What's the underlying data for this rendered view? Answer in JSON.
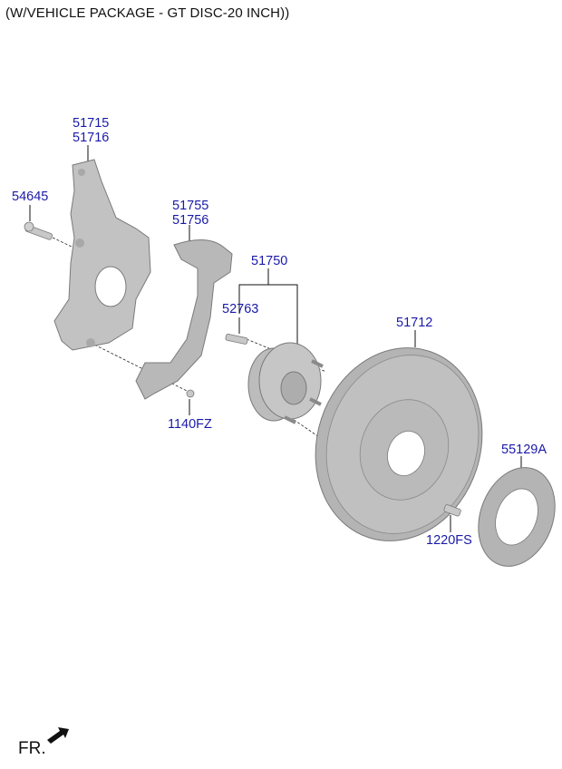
{
  "title": "(W/VEHICLE PACKAGE - GT DISC-20 INCH))",
  "parts": [
    {
      "id": "knuckle",
      "numbers": [
        "51715",
        "51716"
      ],
      "name": "knuckle"
    },
    {
      "id": "bolt",
      "numbers": [
        "54645"
      ],
      "name": "bolt"
    },
    {
      "id": "dust-cover",
      "numbers": [
        "51755",
        "51756"
      ],
      "name": "dust cover"
    },
    {
      "id": "screw-dust-cover",
      "numbers": [
        "1140FZ"
      ],
      "name": "screw"
    },
    {
      "id": "hub-bearing",
      "numbers": [
        "51750"
      ],
      "name": "hub & bearing assembly"
    },
    {
      "id": "hub-bolt",
      "numbers": [
        "52763"
      ],
      "name": "hub bolt"
    },
    {
      "id": "disc",
      "numbers": [
        "51712"
      ],
      "name": "brake disc"
    },
    {
      "id": "disc-screw",
      "numbers": [
        "1220FS"
      ],
      "name": "screw"
    },
    {
      "id": "shim",
      "numbers": [
        "55129A"
      ],
      "name": "shim plate"
    }
  ],
  "orientation": {
    "label": "FR.",
    "icon": "arrow-front-icon"
  },
  "colors": {
    "label": "#1a1aa8",
    "part_fill": "#b8b8b8",
    "part_stroke": "#777777"
  }
}
